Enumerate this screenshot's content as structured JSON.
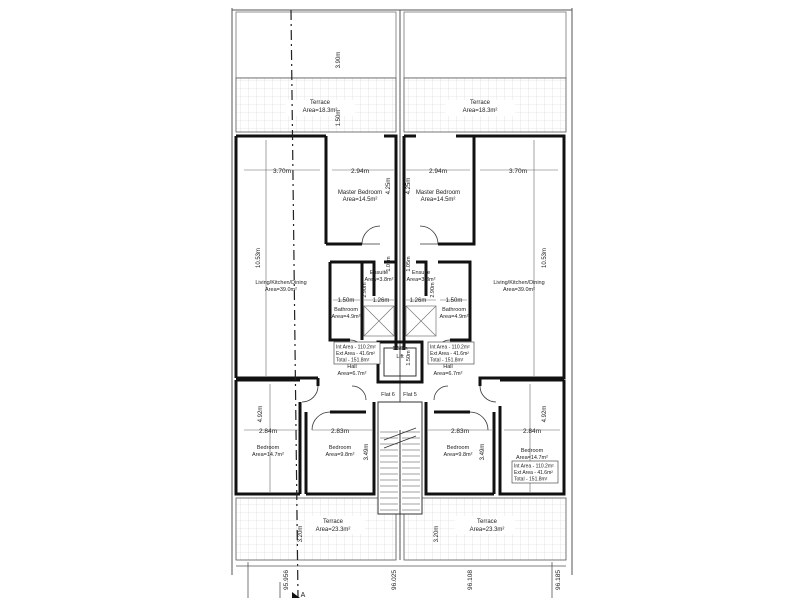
{
  "terraces_top": [
    {
      "name": "Terrace",
      "area": "Area=18.3m²"
    },
    {
      "name": "Terrace",
      "area": "Area=18.3m²"
    }
  ],
  "terraces_bottom": [
    {
      "name": "Terrace",
      "area": "Area=23.3m²"
    },
    {
      "name": "Terrace",
      "area": "Area=23.3m²"
    }
  ],
  "rooms": {
    "master_left": {
      "name": "Master Bedroom",
      "area": "Area=14.5m²"
    },
    "master_right": {
      "name": "Master Bedroom",
      "area": "Area=14.5m²"
    },
    "living_left": {
      "name": "Living/Kitchen/Dining",
      "area": "Area=39.0m²"
    },
    "living_right": {
      "name": "Living/Kitchen/Dining",
      "area": "Area=39.0m²"
    },
    "ensuite_left": {
      "name": "Ensuite",
      "area": "Area=3.8m²"
    },
    "ensuite_right": {
      "name": "Ensuite",
      "area": "Area=3.8m²"
    },
    "bath_left": {
      "name": "Bathroom",
      "area": "Area=4.9m²"
    },
    "bath_right": {
      "name": "Bathroom",
      "area": "Area=4.9m²"
    },
    "hall_left": {
      "name": "Hall",
      "area": "Area=6.7m²"
    },
    "hall_right": {
      "name": "Hall",
      "area": "Area=6.7m²"
    },
    "bed_outer_left": {
      "name": "Bedroom",
      "area": "Area=14.7m²"
    },
    "bed_inner_left": {
      "name": "Bedroom",
      "area": "Area=9.8m²"
    },
    "bed_inner_right": {
      "name": "Bedroom",
      "area": "Area=9.8m²"
    },
    "bed_outer_right": {
      "name": "Bedroom",
      "area": "Area=14.7m²"
    },
    "lift": {
      "name": "Lift"
    }
  },
  "flats": {
    "left": "Flat 6",
    "right": "Flat 5"
  },
  "summaries": {
    "left": [
      "Int Area - 110.2m²",
      "Ext Area - 41.6m²",
      "Total - 151.8m²"
    ],
    "right": [
      "Int Area - 110.2m²",
      "Ext Area - 41.6m²",
      "Total - 151.8m²"
    ],
    "lower": [
      "Int Area - 110.2m²",
      "Ext Area - 41.6m²",
      "Total - 151.8m²"
    ]
  },
  "dimensions": {
    "top_depth": "3.90m",
    "terrace_depth": "1.50m",
    "living_width_left": "3.70m",
    "living_width_right": "3.70m",
    "master_width_left": "2.94m",
    "master_width_right": "2.94m",
    "master_depth_left": "4.25m",
    "master_depth_right": "4.25m",
    "living_depth_left": "10.53m",
    "living_depth_right": "10.53m",
    "ensuite_depth_left": "1.05m",
    "ensuite_depth_right": "1.05m",
    "bath_width_left": "1.50m",
    "bath_width_right": "1.50m",
    "ensuite_width_left": "1.26m",
    "ensuite_width_right": "1.26m",
    "bath_depth_left": "2.90m",
    "bath_depth_right": "2.90m",
    "lift_width": "1.50m",
    "lift_depth": "1.50m",
    "bed_outer_depth_left": "4.92m",
    "bed_outer_depth_right": "4.92m",
    "bed_outer_width_left": "2.84m",
    "bed_outer_width_right": "2.84m",
    "bed_inner_width_left": "2.83m",
    "bed_inner_width_right": "2.83m",
    "bed_inner_depth_left": "3.49m",
    "bed_inner_depth_right": "3.49m",
    "bottom_terrace_left": "3.20m",
    "bottom_terrace_right": "3.20m"
  },
  "levels": [
    "95.956",
    "96.025",
    "96.108",
    "96.185"
  ],
  "section_marker": "A"
}
